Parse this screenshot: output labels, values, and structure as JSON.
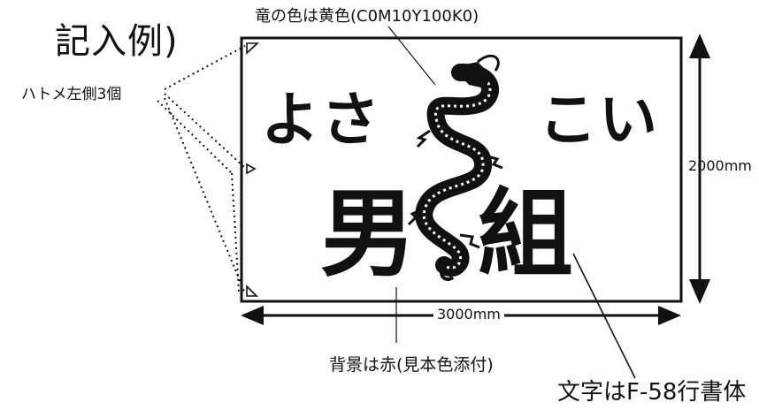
{
  "title": "記入例)",
  "dragon_note": "竜の色は黄色(C0M10Y100K0)",
  "grommet_note": "ハトメ左側3個",
  "height_label": "2000mm",
  "width_label": "3000mm",
  "background_note": "背景は赤(見本色添付)",
  "font_note": "文字はF-58行書体",
  "banner": {
    "line1_left": "よさ",
    "line1_right": "こい",
    "line2_left": "男",
    "line2_right": "組"
  }
}
